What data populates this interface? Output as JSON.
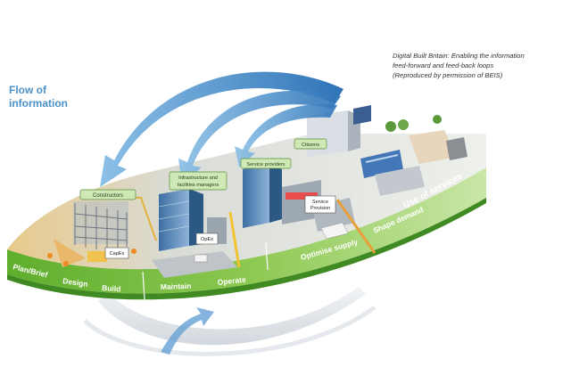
{
  "flow_title": [
    "Flow of",
    "information"
  ],
  "caption": [
    "Digital Built Britain: Enabling the information",
    "feed-forward and feed-back loops",
    "(Reproduced by permission of BEIS)"
  ],
  "labels": {
    "constructors": "Constructors",
    "infra_managers_1": "Infrastructure and",
    "infra_managers_2": "facilities managers",
    "service_providers": "Service providers",
    "citizens": "Citizens",
    "capex": "CapEx",
    "opex": "OpEx",
    "service_provision_1": "Service",
    "service_provision_2": "Provision"
  },
  "stages": {
    "plan_brief": "Plan/Brief",
    "design": "Design",
    "build": "Build",
    "maintain": "Maintain",
    "operate": "Operate",
    "optimise_supply": "Optimise supply",
    "shape_demand": "Shape demand",
    "use_of_services": "Use of services"
  },
  "colors": {
    "arrow_blue": "#4a8fcc",
    "band_green": "#7cc242",
    "band_dark": "#4e9a2a",
    "label_green": "#cfe8b5",
    "grey_arrow": "#d9dde2"
  }
}
